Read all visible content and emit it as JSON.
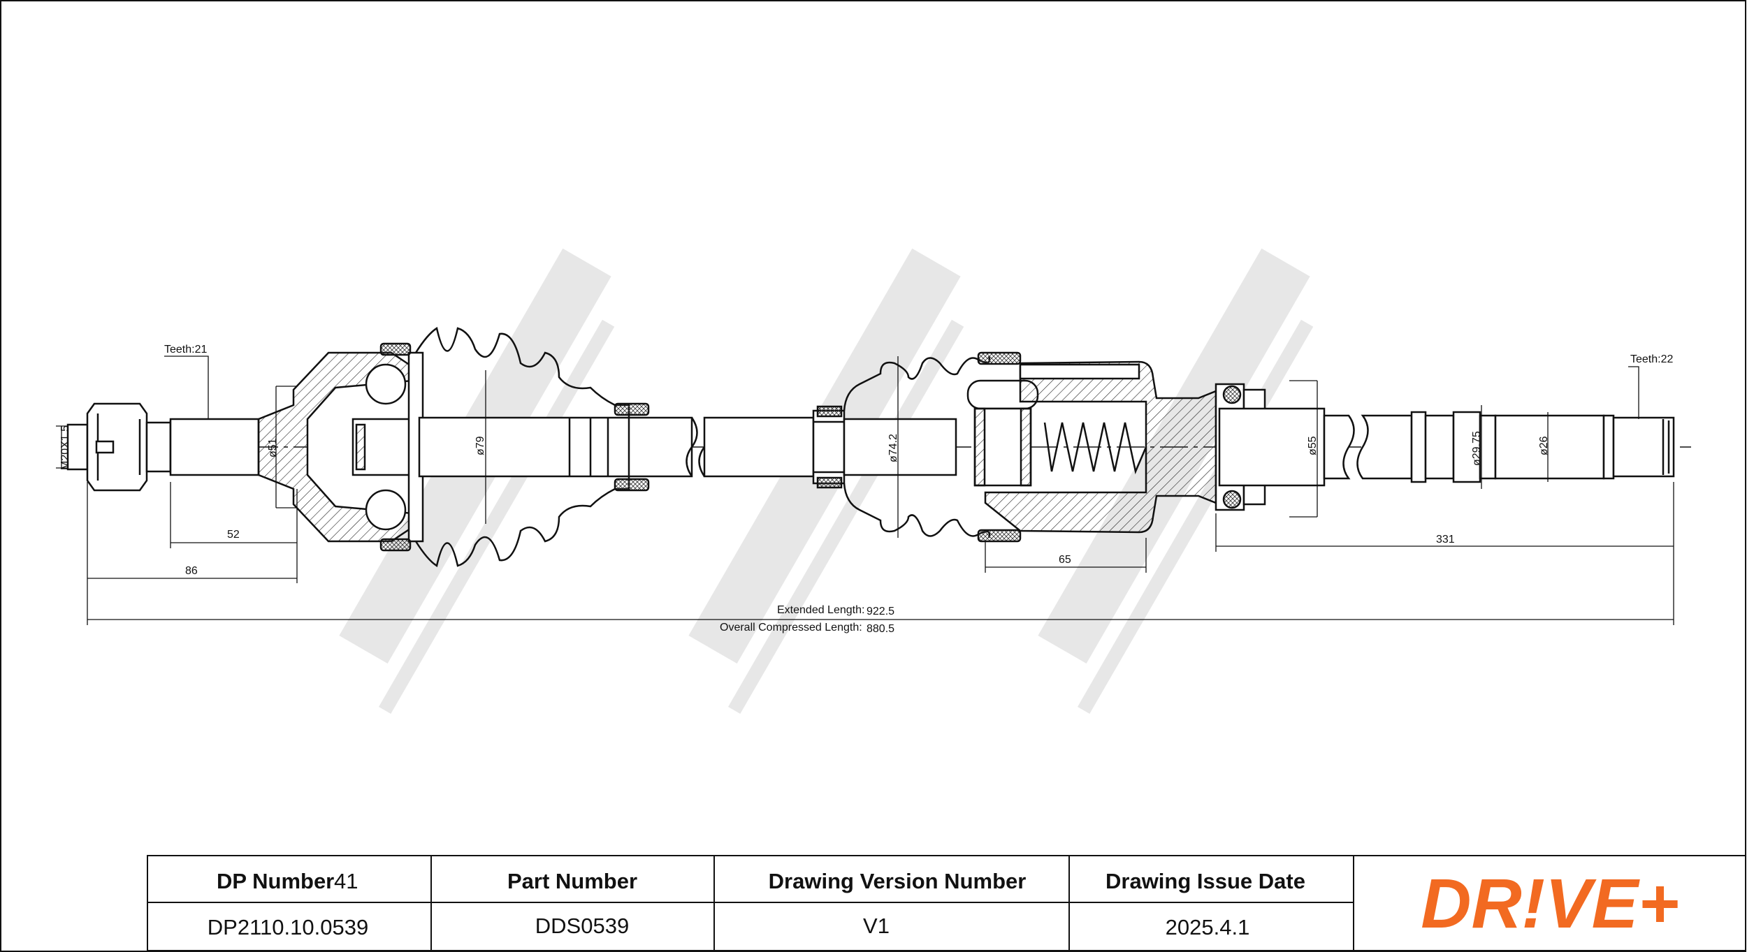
{
  "drawing": {
    "annotations": {
      "teeth_left": "Teeth:21",
      "teeth_right": "Teeth:22",
      "thread": "M20X1.5",
      "dia_51": "ø51",
      "dia_79": "ø79",
      "dia_74_2": "ø74.2",
      "dia_55": "ø55",
      "dia_29_75": "ø29.75",
      "dia_26": "ø26",
      "len_52": "52",
      "len_86": "86",
      "len_65": "65",
      "len_331": "331",
      "extended_length_label": "Extended  Length:",
      "extended_length_value": "922.5",
      "compressed_length_label": "Overall  Compressed  Length:",
      "compressed_length_value": "880.5"
    }
  },
  "title_block": {
    "headers": {
      "dp_number_label": "DP Number",
      "dp_number_count": "41",
      "part_number": "Part Number",
      "drawing_version_number": "Drawing Version Number",
      "drawing_issue_date": "Drawing Issue Date"
    },
    "values": {
      "dp_number": "DP2110.10.0539",
      "part_number": "DDS0539",
      "drawing_version_number": "V1",
      "drawing_issue_date": "2025.4.1"
    }
  },
  "brand": {
    "logo_text": "DR!VE+",
    "accent_color": "#f26a21"
  }
}
